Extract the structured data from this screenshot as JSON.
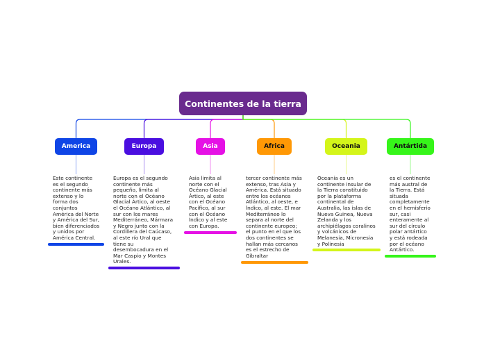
{
  "title": "Continentes de la tierra",
  "colors": {
    "root": "#6a2b8e",
    "america": "#0f45e6",
    "europa": "#4a0ee0",
    "asia": "#e511e5",
    "africa": "#ff9805",
    "oceania": "#d4f51a",
    "antartida": "#36f51a"
  },
  "continents": [
    {
      "key": "america",
      "label": "America",
      "text": "Este continente\nes el segundo\ncontinente más\nextenso y lo\nforma dos\nconjuntos\nAmérica del Norte\ny América del Sur,\nbien diferenciados\ny unidos por\nAmérica Central."
    },
    {
      "key": "europa",
      "label": "Europa",
      "text": "Europa es el segundo\ncontinente más\npequeño,  limita al\nnorte con el Océano\nGlacial Ártico, al oeste\nel Océano Atlántico, al\nsur  con los mares\nMediterráneo, Mármara\ny Negro junto con la\nCordillera del Caúcaso,\nal este río Ural que\ntiene su\ndesembocadura en el\nMar Caspio y Montes\nUrales."
    },
    {
      "key": "asia",
      "label": "Asia",
      "text": "Asia limita al\nnorte con el\nOcéano Glacial\nÁrtico, al este\ncon el Océano\nPacífico, al sur\ncon el Océano\nÍndico y al este\ncon Europa."
    },
    {
      "key": "africa",
      "label": "Africa",
      "text": "tercer continente más\nextenso, tras Asia y\nAmérica. Está situado\nentre los océanos\nAtlántico, al oeste, e\nÍndico, al este. El mar\nMediterráneo lo\nsepara al norte del\ncontinente europeo;\nel punto en el que los\ndos continentes se\nhallan más cercanos\nes el estrecho de\nGibraltar"
    },
    {
      "key": "oceania",
      "label": "Oceania",
      "text": "Oceanía es un\ncontinente insular de\nla Tierra constituido\npor la plataforma\ncontinental de\nAustralia, las islas de\nNueva Guinea, Nueva\nZelanda y los\narchipiélagos coralinos\ny volcánicos de\nMelanesia, Micronesia\ny Polinesia"
    },
    {
      "key": "antartida",
      "label": "Antártida",
      "text": "es el continente\nmás austral de\nla Tierra. Está\nsituada\ncompletamente\nen el hemisferio\nsur, casi\nenteramente al\nsur del círculo\npolar antártico\ny está rodeada\npor el océano\nAntártico."
    }
  ]
}
